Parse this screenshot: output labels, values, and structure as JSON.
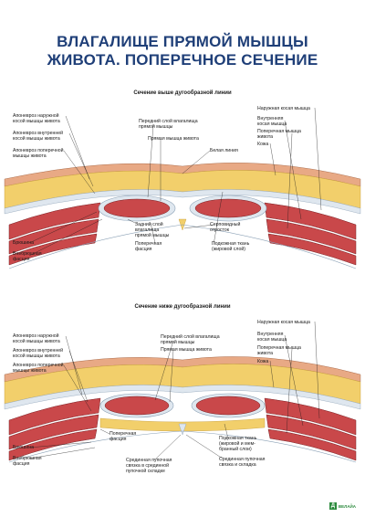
{
  "title": {
    "line1": "ВЛАГАЛИЩЕ ПРЯМОЙ МЫШЦЫ",
    "line2": "ЖИВОТА. ПОПЕРЕЧНОЕ СЕЧЕНИЕ"
  },
  "section_top": {
    "heading": "Сечение выше дугообразной линии",
    "labels": {
      "aponeurosis_external": "Апоневроз наружной\nкосой мышцы живота",
      "aponeurosis_internal": "Апоневроз внутренней\nкосой мышцы живота",
      "aponeurosis_transverse": "Апоневроз поперечной\nмышцы живота",
      "peritoneum": "Брюшина",
      "extraperitoneal_fascia": "Внебрюшная\nфасция",
      "anterior_layer": "Передний слой влагалища\nпрямой мышцы",
      "rectus": "Прямая мышца живота",
      "linea_alba": "Белая линия",
      "posterior_layer": "Задний слой\nвлагалища\nпрямой мышцы",
      "transversalis_fascia": "Поперечная\nфасция",
      "falciform": "Серповидный\nотросток",
      "subcutaneous": "Подкожная ткань\n(жировой слой)",
      "external_oblique": "Наружная косая мышца",
      "internal_oblique": "Внутренняя\nкосая мышца",
      "transverse": "Поперечная мышца\nживота",
      "skin": "Кожа"
    }
  },
  "section_bottom": {
    "heading": "Сечение ниже дугообразной линии",
    "labels": {
      "aponeurosis_external": "Апоневроз наружной\nкосой мышцы живота",
      "aponeurosis_internal": "Апоневроз внутренней\nкосой мышцы живота",
      "aponeurosis_transverse": "Апоневроз поперечной\nмышцы живота",
      "transversalis_fascia": "Поперечная\nфасция",
      "peritoneum": "Брюшина",
      "extraperitoneal_fascia": "Внебрюшная\nфасция",
      "median_umbilical": "Срединная пупочная\nсвязка в срединной\nпупочной складке",
      "anterior_layer": "Передний слой влагалища\nпрямой мышцы",
      "rectus": "Прямая мышца живота",
      "external_oblique": "Наружная косая мышца",
      "internal_oblique": "Внутренняя\nкосая мышца",
      "transverse": "Поперечная мышца\nживота",
      "skin": "Кожа",
      "subcutaneous": "Подкожная ткань\n(жировой и мем-\nбранный слои)",
      "median_umbilical_fold": "Срединная пупочная\nсвязка и складка"
    }
  },
  "colors": {
    "title": "#1f3f78",
    "fat": "#f2cf6b",
    "skin": "#e8a985",
    "muscle": "#c9484a",
    "fascia": "#dfe7ef"
  },
  "logo": {
    "text": "ВЕЛАЙА"
  }
}
